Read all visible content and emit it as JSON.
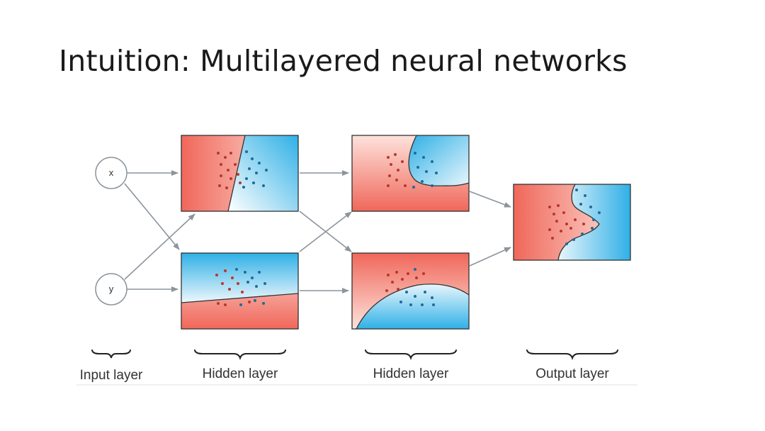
{
  "slide": {
    "title": "Intuition: Multilayered neural networks"
  },
  "diagram": {
    "input_nodes": [
      "x",
      "y"
    ],
    "layer_labels": [
      "Input layer",
      "Hidden layer",
      "Hidden layer",
      "Output layer"
    ],
    "colors": {
      "red_region": "#f0675a",
      "blue_region": "#2fb0e6",
      "red_point": "#b8372f",
      "blue_point": "#1c6c9c",
      "arrow": "#8c949c",
      "frame": "#333333"
    }
  }
}
